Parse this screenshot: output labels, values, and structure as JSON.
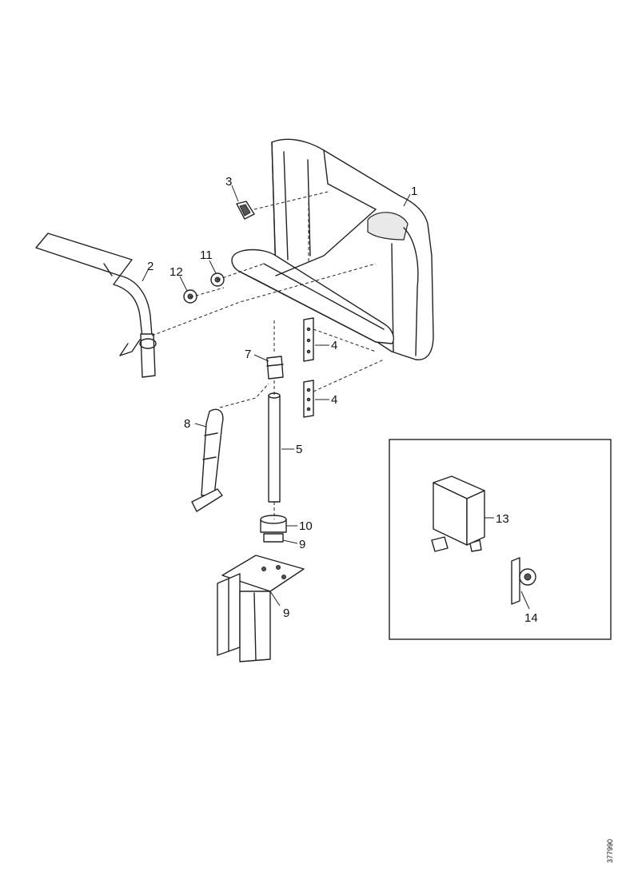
{
  "callouts": {
    "c1": "1",
    "c2": "2",
    "c3": "3",
    "c4a": "4",
    "c4b": "4",
    "c5": "5",
    "c7": "7",
    "c8": "8",
    "c9a": "9",
    "c9b": "9",
    "c10": "10",
    "c11": "11",
    "c12": "12",
    "c13": "13",
    "c14": "14"
  },
  "drawing_number": "377990"
}
